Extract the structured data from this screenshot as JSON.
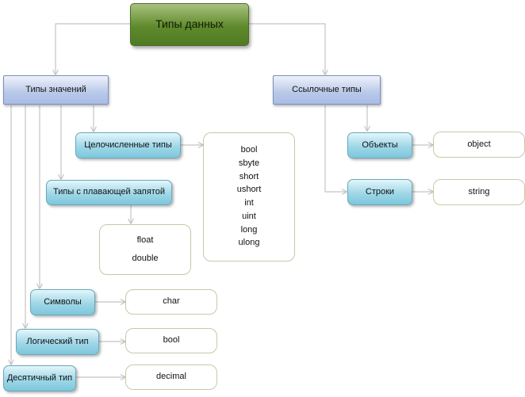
{
  "root": {
    "label": "Типы данных"
  },
  "value_types": {
    "label": "Типы значений",
    "integer": {
      "label": "Целочисленные типы",
      "items": [
        "bool",
        "sbyte",
        "short",
        "ushort",
        "int",
        "uint",
        "long",
        "ulong"
      ]
    },
    "floating": {
      "label": "Типы с плавающей запятой",
      "items": [
        "float",
        "double"
      ]
    },
    "chars": {
      "label": "Символы",
      "item": "char"
    },
    "logical": {
      "label": "Логический тип",
      "item": "bool"
    },
    "decimal": {
      "label": "Десятичный тип",
      "item": "decimal"
    }
  },
  "reference_types": {
    "label": "Ссылочные типы",
    "objects": {
      "label": "Объекты",
      "item": "object"
    },
    "strings": {
      "label": "Строки",
      "item": "string"
    }
  },
  "colors": {
    "root": "#5f8a2c",
    "category": "#b9c8e8",
    "subcategory": "#9fd7e7",
    "connector": "#bdbdbd"
  }
}
